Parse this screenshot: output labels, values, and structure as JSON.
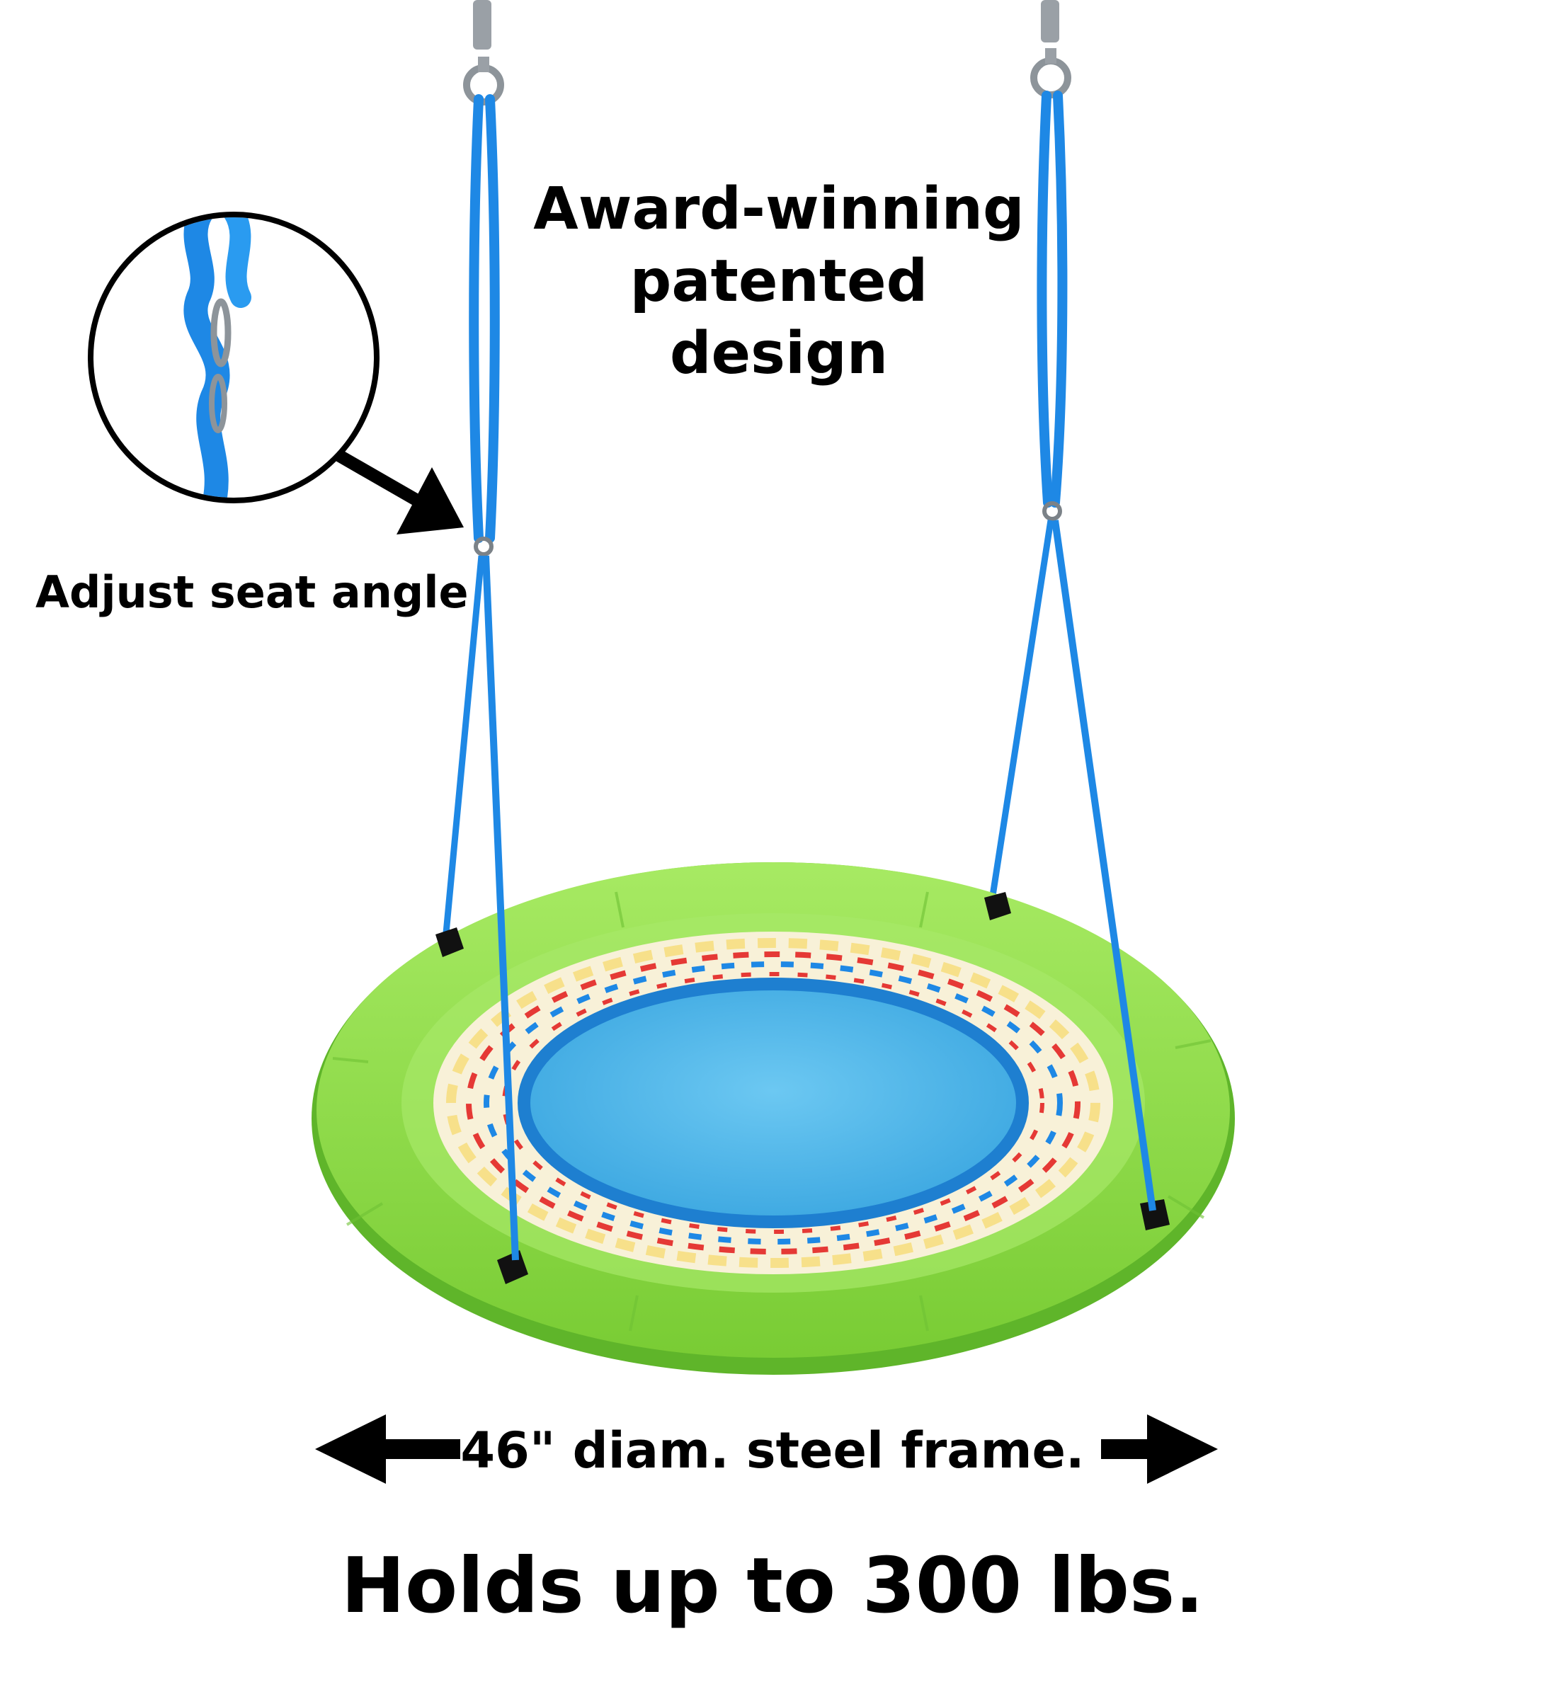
{
  "headline": {
    "line1": "Award-winning",
    "line2": "patented",
    "line3": "design"
  },
  "callout": {
    "adjust_label": "Adjust seat angle",
    "rope_color": "#1e88e5"
  },
  "frame": {
    "diameter_label": "46\" diam. steel frame."
  },
  "capacity": {
    "label": "Holds up to 300 lbs."
  },
  "colors": {
    "frame_green": "#8fe048",
    "seat_blue": "#4fb8ea",
    "rope_blue": "#1e88e5",
    "net_red": "#e53935",
    "net_yellow": "#f7e08a"
  }
}
